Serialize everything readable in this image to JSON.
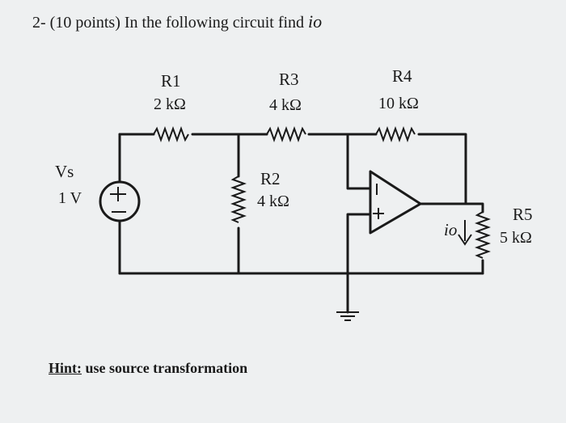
{
  "question": {
    "text": "2- (10 points) In the following circuit find ",
    "variable": "io"
  },
  "components": {
    "r1": {
      "name": "R1",
      "value": "2 kΩ"
    },
    "r3": {
      "name": "R3",
      "value": "4 kΩ"
    },
    "r4": {
      "name": "R4",
      "value": "10 kΩ"
    },
    "r2": {
      "name": "R2",
      "value": "4 kΩ"
    },
    "r5": {
      "name": "R5",
      "value": "5 kΩ"
    },
    "vs": {
      "name": "Vs",
      "value": "1 V"
    }
  },
  "current_label": "io",
  "hint": {
    "label": "Hint:",
    "text": " use source transformation"
  }
}
